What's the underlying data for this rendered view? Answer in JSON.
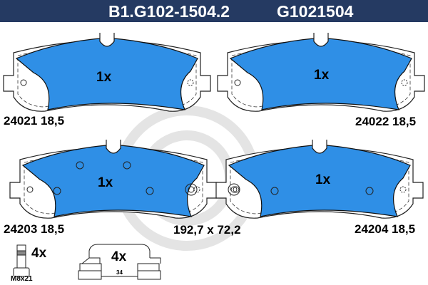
{
  "header": {
    "part_number": "B1.G102-1504.2",
    "code": "G1021504"
  },
  "colors": {
    "header_bg": "#253a62",
    "friction": "#2f8fe6",
    "watermark": "#e4e4e4"
  },
  "pads": [
    {
      "quantity": "1x",
      "label": "24021 18,5"
    },
    {
      "quantity": "1x",
      "label": "24022 18,5"
    },
    {
      "quantity": "1x",
      "label": "24203 18,5"
    },
    {
      "quantity": "1x",
      "label": "24204 18,5"
    }
  ],
  "dimensions": "192,7 x 72,2",
  "accessories": {
    "bolt_quantity": "4x",
    "bolt_size": "M8x21",
    "clip_quantity": "4x",
    "clip_dimension": "34"
  }
}
